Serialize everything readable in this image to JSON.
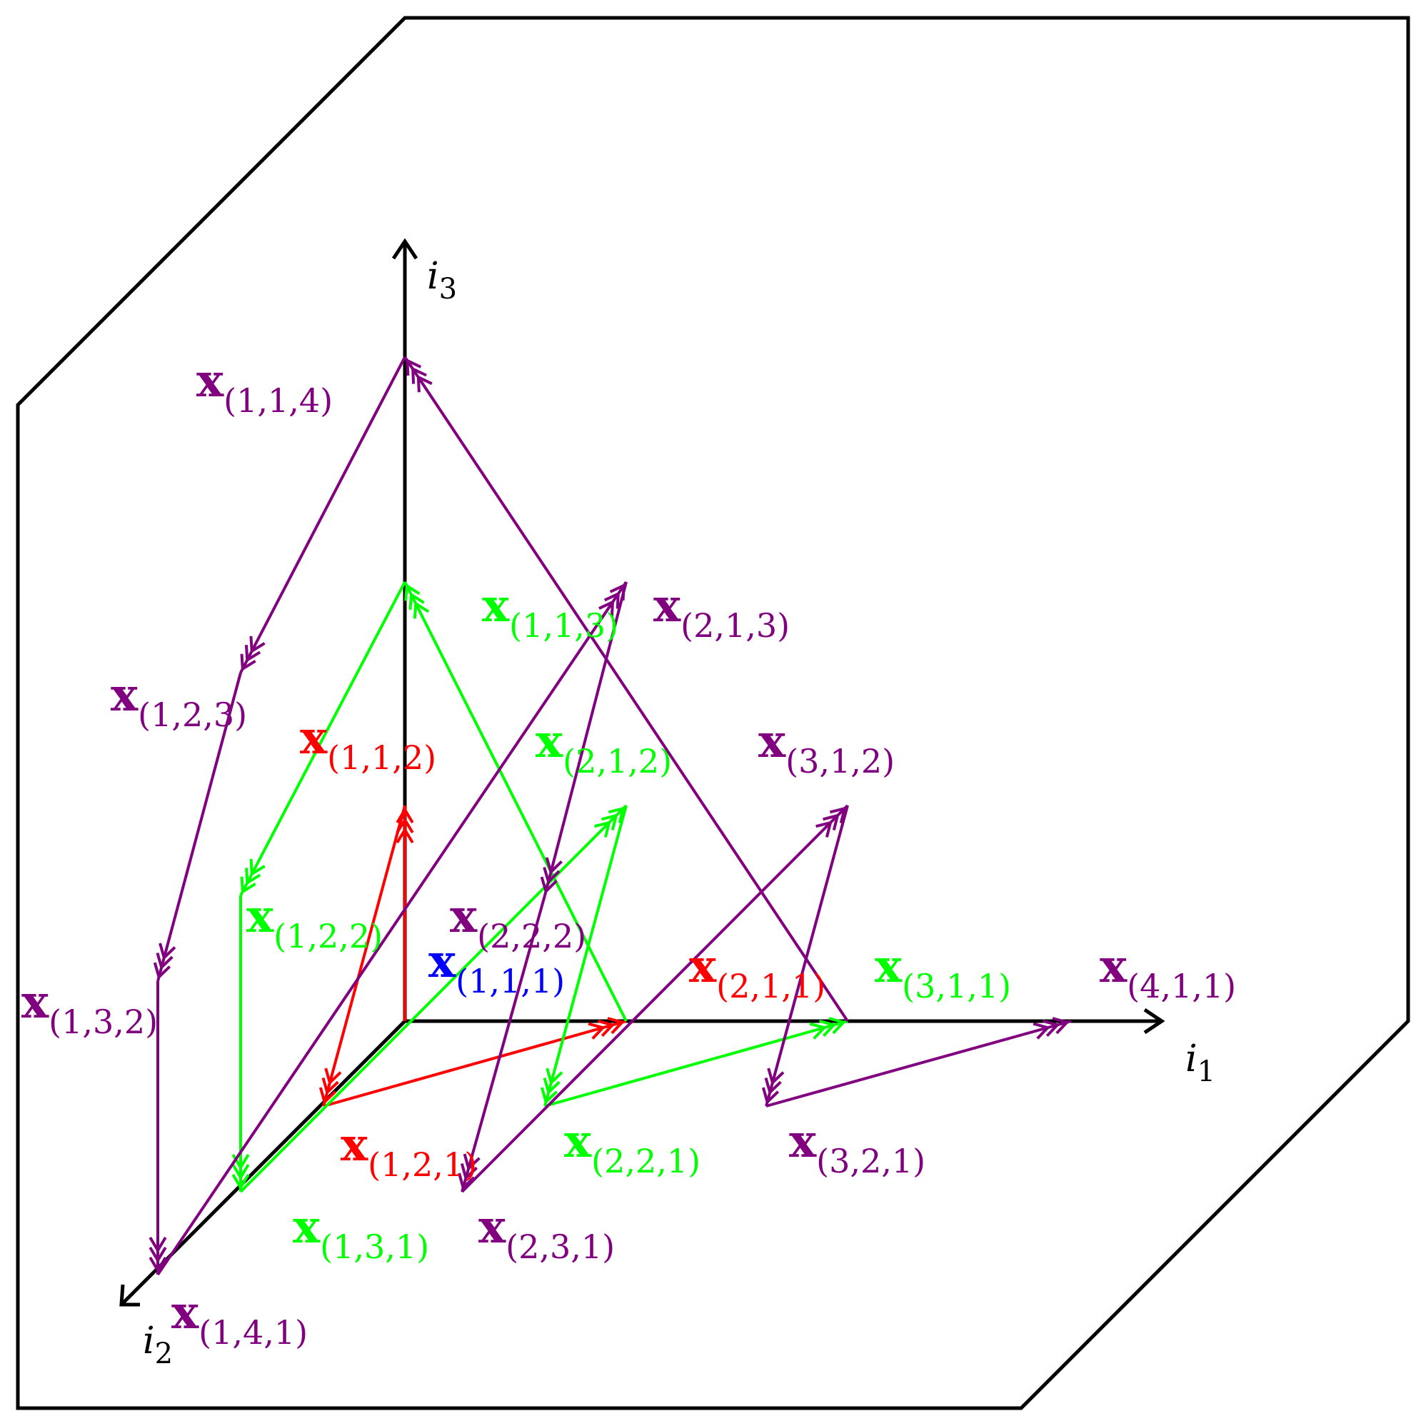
{
  "colors": {
    "blue": "#0000ff",
    "red": "#ff0000",
    "green": "#00ff00",
    "purple": "#800080",
    "axis": "#000000"
  },
  "axes": {
    "i1": {
      "letter": "i",
      "sub": "1"
    },
    "i2": {
      "letter": "i",
      "sub": "2"
    },
    "i3": {
      "letter": "i",
      "sub": "3"
    }
  },
  "points": [
    {
      "id": "111",
      "letter": "x",
      "sub": "(1,1,1)",
      "color": "blue"
    },
    {
      "id": "112",
      "letter": "x",
      "sub": "(1,1,2)",
      "color": "red"
    },
    {
      "id": "121",
      "letter": "x",
      "sub": "(1,2,1)",
      "color": "red"
    },
    {
      "id": "211",
      "letter": "x",
      "sub": "(2,1,1)",
      "color": "red"
    },
    {
      "id": "113",
      "letter": "x",
      "sub": "(1,1,3)",
      "color": "green"
    },
    {
      "id": "122",
      "letter": "x",
      "sub": "(1,2,2)",
      "color": "green"
    },
    {
      "id": "131",
      "letter": "x",
      "sub": "(1,3,1)",
      "color": "green"
    },
    {
      "id": "212",
      "letter": "x",
      "sub": "(2,1,2)",
      "color": "green"
    },
    {
      "id": "221",
      "letter": "x",
      "sub": "(2,2,1)",
      "color": "green"
    },
    {
      "id": "311",
      "letter": "x",
      "sub": "(3,1,1)",
      "color": "green"
    },
    {
      "id": "114",
      "letter": "x",
      "sub": "(1,1,4)",
      "color": "purple"
    },
    {
      "id": "123",
      "letter": "x",
      "sub": "(1,2,3)",
      "color": "purple"
    },
    {
      "id": "132",
      "letter": "x",
      "sub": "(1,3,2)",
      "color": "purple"
    },
    {
      "id": "141",
      "letter": "x",
      "sub": "(1,4,1)",
      "color": "purple"
    },
    {
      "id": "213",
      "letter": "x",
      "sub": "(2,1,3)",
      "color": "purple"
    },
    {
      "id": "222",
      "letter": "x",
      "sub": "(2,2,2)",
      "color": "purple"
    },
    {
      "id": "231",
      "letter": "x",
      "sub": "(2,3,1)",
      "color": "purple"
    },
    {
      "id": "312",
      "letter": "x",
      "sub": "(3,1,2)",
      "color": "purple"
    },
    {
      "id": "321",
      "letter": "x",
      "sub": "(3,2,1)",
      "color": "purple"
    },
    {
      "id": "411",
      "letter": "x",
      "sub": "(4,1,1)",
      "color": "purple"
    }
  ],
  "edges": [
    {
      "from": "111",
      "to": "112",
      "color": "red",
      "arrows": 3
    },
    {
      "from": "112",
      "to": "121",
      "color": "red",
      "arrows": 3
    },
    {
      "from": "121",
      "to": "211",
      "color": "red",
      "arrows": 3
    },
    {
      "from": "113",
      "to": "122",
      "color": "green",
      "arrows": 3
    },
    {
      "from": "122",
      "to": "131",
      "color": "green",
      "arrows": 3
    },
    {
      "from": "131",
      "to": "212",
      "color": "green",
      "arrows": 3
    },
    {
      "from": "212",
      "to": "221",
      "color": "green",
      "arrows": 3
    },
    {
      "from": "221",
      "to": "311",
      "color": "green",
      "arrows": 3
    },
    {
      "from": "211",
      "to": "113",
      "color": "green",
      "arrows": 3
    },
    {
      "from": "114",
      "to": "123",
      "color": "purple",
      "arrows": 3
    },
    {
      "from": "123",
      "to": "132",
      "color": "purple",
      "arrows": 3
    },
    {
      "from": "132",
      "to": "141",
      "color": "purple",
      "arrows": 3
    },
    {
      "from": "141",
      "to": "213",
      "color": "purple",
      "arrows": 3
    },
    {
      "from": "213",
      "to": "222",
      "color": "purple",
      "arrows": 3
    },
    {
      "from": "222",
      "to": "231",
      "color": "purple",
      "arrows": 3
    },
    {
      "from": "231",
      "to": "312",
      "color": "purple",
      "arrows": 3
    },
    {
      "from": "312",
      "to": "321",
      "color": "purple",
      "arrows": 3
    },
    {
      "from": "321",
      "to": "411",
      "color": "purple",
      "arrows": 3
    },
    {
      "from": "311",
      "to": "114",
      "color": "purple",
      "arrows": 3
    }
  ]
}
